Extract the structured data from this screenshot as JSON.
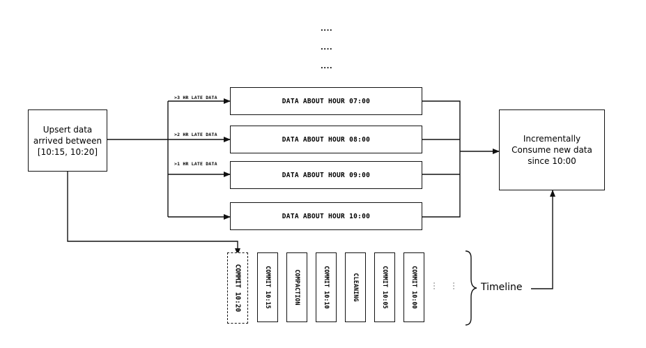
{
  "top_ellipses": [
    "....",
    "....",
    "...."
  ],
  "source": {
    "label": "Upsert data arrived between [10:15, 10:20]"
  },
  "late_labels": [
    ">3 HR LATE DATA",
    ">2 HR LATE DATA",
    ">1 HR LATE DATA"
  ],
  "partitions": [
    "DATA ABOUT HOUR 07:00",
    "DATA ABOUT HOUR 08:00",
    "DATA ABOUT HOUR 09:00",
    "DATA ABOUT HOUR 10:00"
  ],
  "consumer": {
    "label": "Incrementally Consume new data since 10:00"
  },
  "timeline": {
    "instants": [
      "COMMIT 10:20",
      "COMMIT 10:15",
      "COMPACTION",
      "COMMIT 10:10",
      "CLEANING",
      "COMMIT 10:05",
      "COMMIT 10:00"
    ],
    "label": "Timeline"
  }
}
